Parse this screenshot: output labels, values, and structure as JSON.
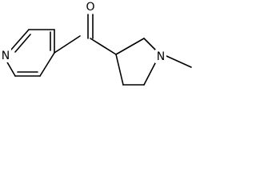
{
  "molecule": {
    "atoms": {
      "oxygen": "O",
      "pyridine_nitrogen": "N",
      "pyrrolidine_nitrogen": "N"
    }
  },
  "colors": {
    "background": "#ffffff",
    "bonds": "#000000",
    "labels": "#000000"
  }
}
